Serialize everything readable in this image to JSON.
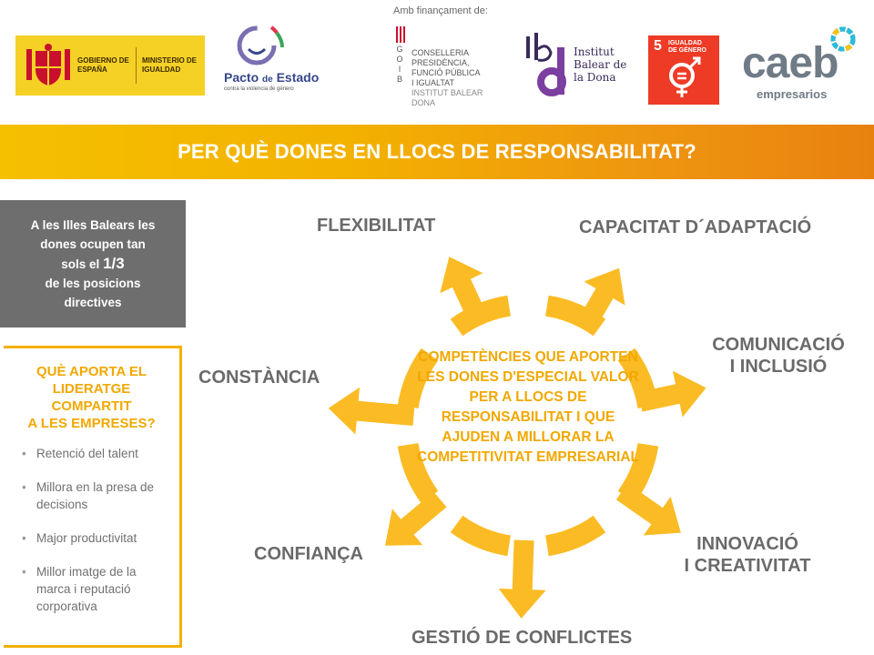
{
  "header": {
    "funding_label": "Amb finançament de:",
    "gov_logo": {
      "line1": "GOBIERNO DE ESPAÑA",
      "line2": "MINISTERIO DE IGUALDAD"
    },
    "pacto_logo": {
      "name_main": "Pacto",
      "name_small": "de",
      "name_end": "Estado",
      "subtitle": "contra la violencia de género"
    },
    "goib_logo": {
      "letters": [
        "G",
        "O",
        "I",
        "B"
      ],
      "lines": [
        "CONSELLERIA",
        "PRESIDÈNCIA,",
        "FUNCIÓ PÚBLICA",
        "I IGUALTAT",
        "INSTITUT BALEAR DONA"
      ]
    },
    "ibd_logo": {
      "lines": [
        "Institut",
        "Balear de",
        "la Dona"
      ]
    },
    "ods_logo": {
      "number": "5",
      "label_line1": "IGUALDAD",
      "label_line2": "DE GÉNERO"
    },
    "caeb_logo": {
      "word": "caeb",
      "sub": "empresarios"
    }
  },
  "banner": {
    "title": "PER QUÈ DONES EN LLOCS DE RESPONSABILITAT?"
  },
  "stat_box": {
    "line1": "A les Illes Balears les",
    "line2": "dones ocupen tan",
    "line3_pre": "sols el",
    "line3_value": "1/3",
    "line4": "de les posicions",
    "line5": "directives"
  },
  "leadership_box": {
    "title_lines": [
      "QUÈ APORTA EL",
      "LIDERATGE",
      "COMPARTIT",
      "A LES EMPRESES?"
    ],
    "items": [
      "Retenció del talent",
      "Millora en la presa de decisions",
      "Major productivitat",
      "Millor imatge de la marca i reputació corporativa"
    ]
  },
  "diagram": {
    "center_text": "COMPETÈNCIES QUE APORTEN LES DONES D'ESPECIAL VALOR PER A LLOCS DE RESPONSABILITAT I QUE AJUDEN A MILLORAR LA COMPETITIVITAT EMPRESARIAL",
    "competencies": {
      "flexibilitat": "FLEXIBILITAT",
      "adaptacio": "CAPACITAT D´ADAPTACIÓ",
      "comunicacio_1": "COMUNICACIÓ",
      "comunicacio_2": "I INCLUSIÓ",
      "constancia": "CONSTÀNCIA",
      "confianca": "CONFIANÇA",
      "innovacio_1": "INNOVACIÓ",
      "innovacio_2": "I CREATIVITAT",
      "gestio": "GESTIÓ DE CONFLICTES"
    },
    "colors": {
      "arrow": "#fbbb24",
      "center_text": "#f1a800",
      "labels": "#6a6a6a"
    }
  }
}
